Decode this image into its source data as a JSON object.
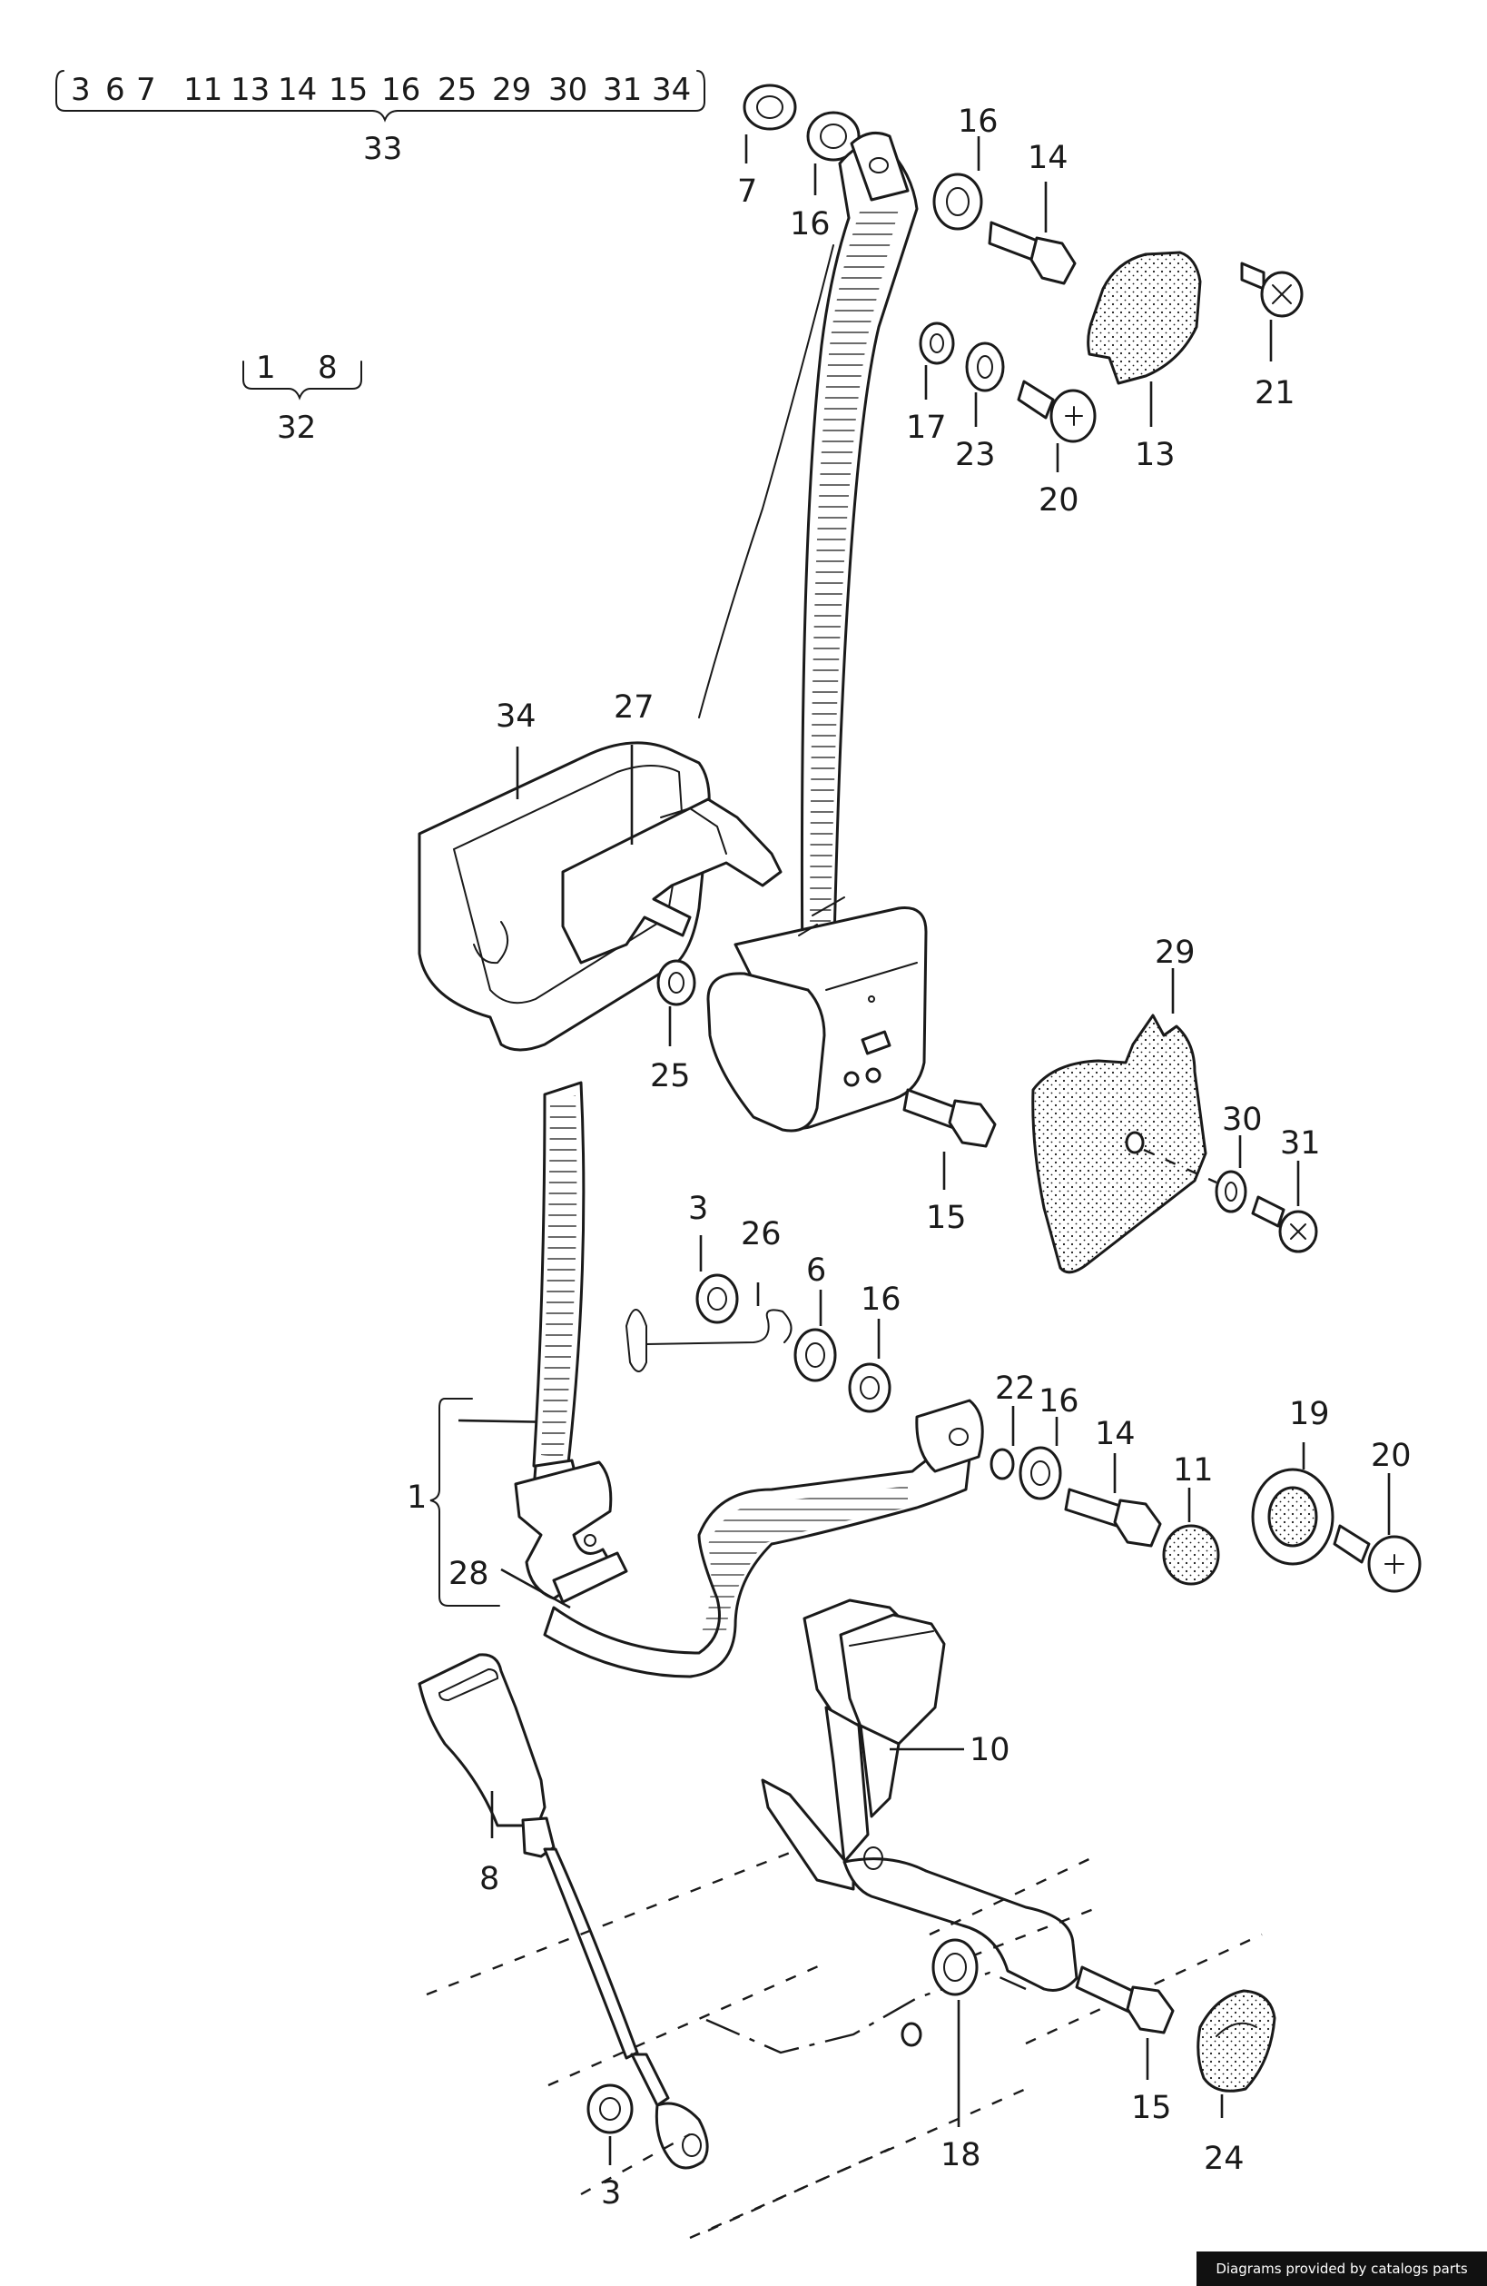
{
  "group_labels": {
    "top_list": [
      "3",
      "6",
      "7",
      "11",
      "13",
      "14",
      "15",
      "16",
      "25",
      "29",
      "30",
      "31",
      "34"
    ],
    "top_total": "33",
    "small_list": [
      "1",
      "8"
    ],
    "small_total": "32",
    "assembly_bracket": "1"
  },
  "callouts": {
    "c7": "7",
    "c16a": "16",
    "c16b": "16",
    "c14a": "14",
    "c21": "21",
    "c17": "17",
    "c23": "23",
    "c20a": "20",
    "c13": "13",
    "c27": "27",
    "c34": "34",
    "c25": "25",
    "c29": "29",
    "c15a": "15",
    "c30": "30",
    "c31": "31",
    "c3a": "3",
    "c26": "26",
    "c6": "6",
    "c16c": "16",
    "c22": "22",
    "c16d": "16",
    "c14b": "14",
    "c11": "11",
    "c19": "19",
    "c20b": "20",
    "c28": "28",
    "c10": "10",
    "c8": "8",
    "c15b": "15",
    "c18": "18",
    "c3b": "3",
    "c24": "24"
  },
  "footer": {
    "credit": "Diagrams provided by catalogs parts"
  },
  "colors": {
    "ink": "#1a1a1a",
    "paper": "#ffffff",
    "credit_bg": "#111111"
  }
}
